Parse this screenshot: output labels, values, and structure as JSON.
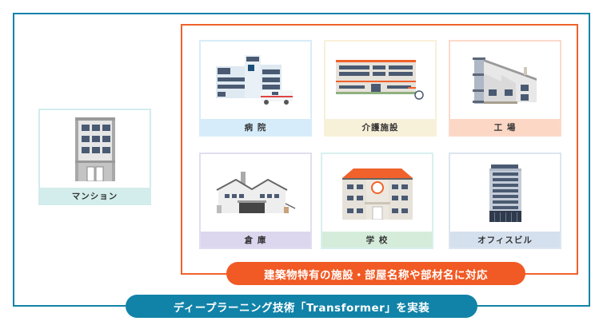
{
  "colors": {
    "outer_frame": "#1283a8",
    "inner_frame": "#f0612b",
    "pill_orange": "#f15a24",
    "pill_teal": "#1283a8"
  },
  "standalone_card": {
    "label": "マンション",
    "icon": "apartment-building-icon",
    "border_color": "#d3ecec",
    "label_bg": "#d3ecec"
  },
  "cards": [
    {
      "label": "病 院",
      "icon": "hospital-icon",
      "border_color": "#d8ecf8",
      "label_bg": "#d6ecfa"
    },
    {
      "label": "介護施設",
      "icon": "nursing-facility-icon",
      "border_color": "#f8f0d8",
      "label_bg": "#f8f1da"
    },
    {
      "label": "工 場",
      "icon": "factory-icon",
      "border_color": "#fbdacb",
      "label_bg": "#fcd7c6"
    },
    {
      "label": "倉 庫",
      "icon": "warehouse-icon",
      "border_color": "#e2ddf0",
      "label_bg": "#dcd6ee"
    },
    {
      "label": "学 校",
      "icon": "school-icon",
      "border_color": "#d8f0ee",
      "label_bg": "#d5ecdb"
    },
    {
      "label": "オフィスビル",
      "icon": "office-building-icon",
      "border_color": "#dde6f0",
      "label_bg": "#d5e0ee"
    }
  ],
  "pills": {
    "orange": "建築物特有の施設・部屋名称や部材名に対応",
    "teal": "ディープラーニング技術「Transformer」を実装"
  }
}
